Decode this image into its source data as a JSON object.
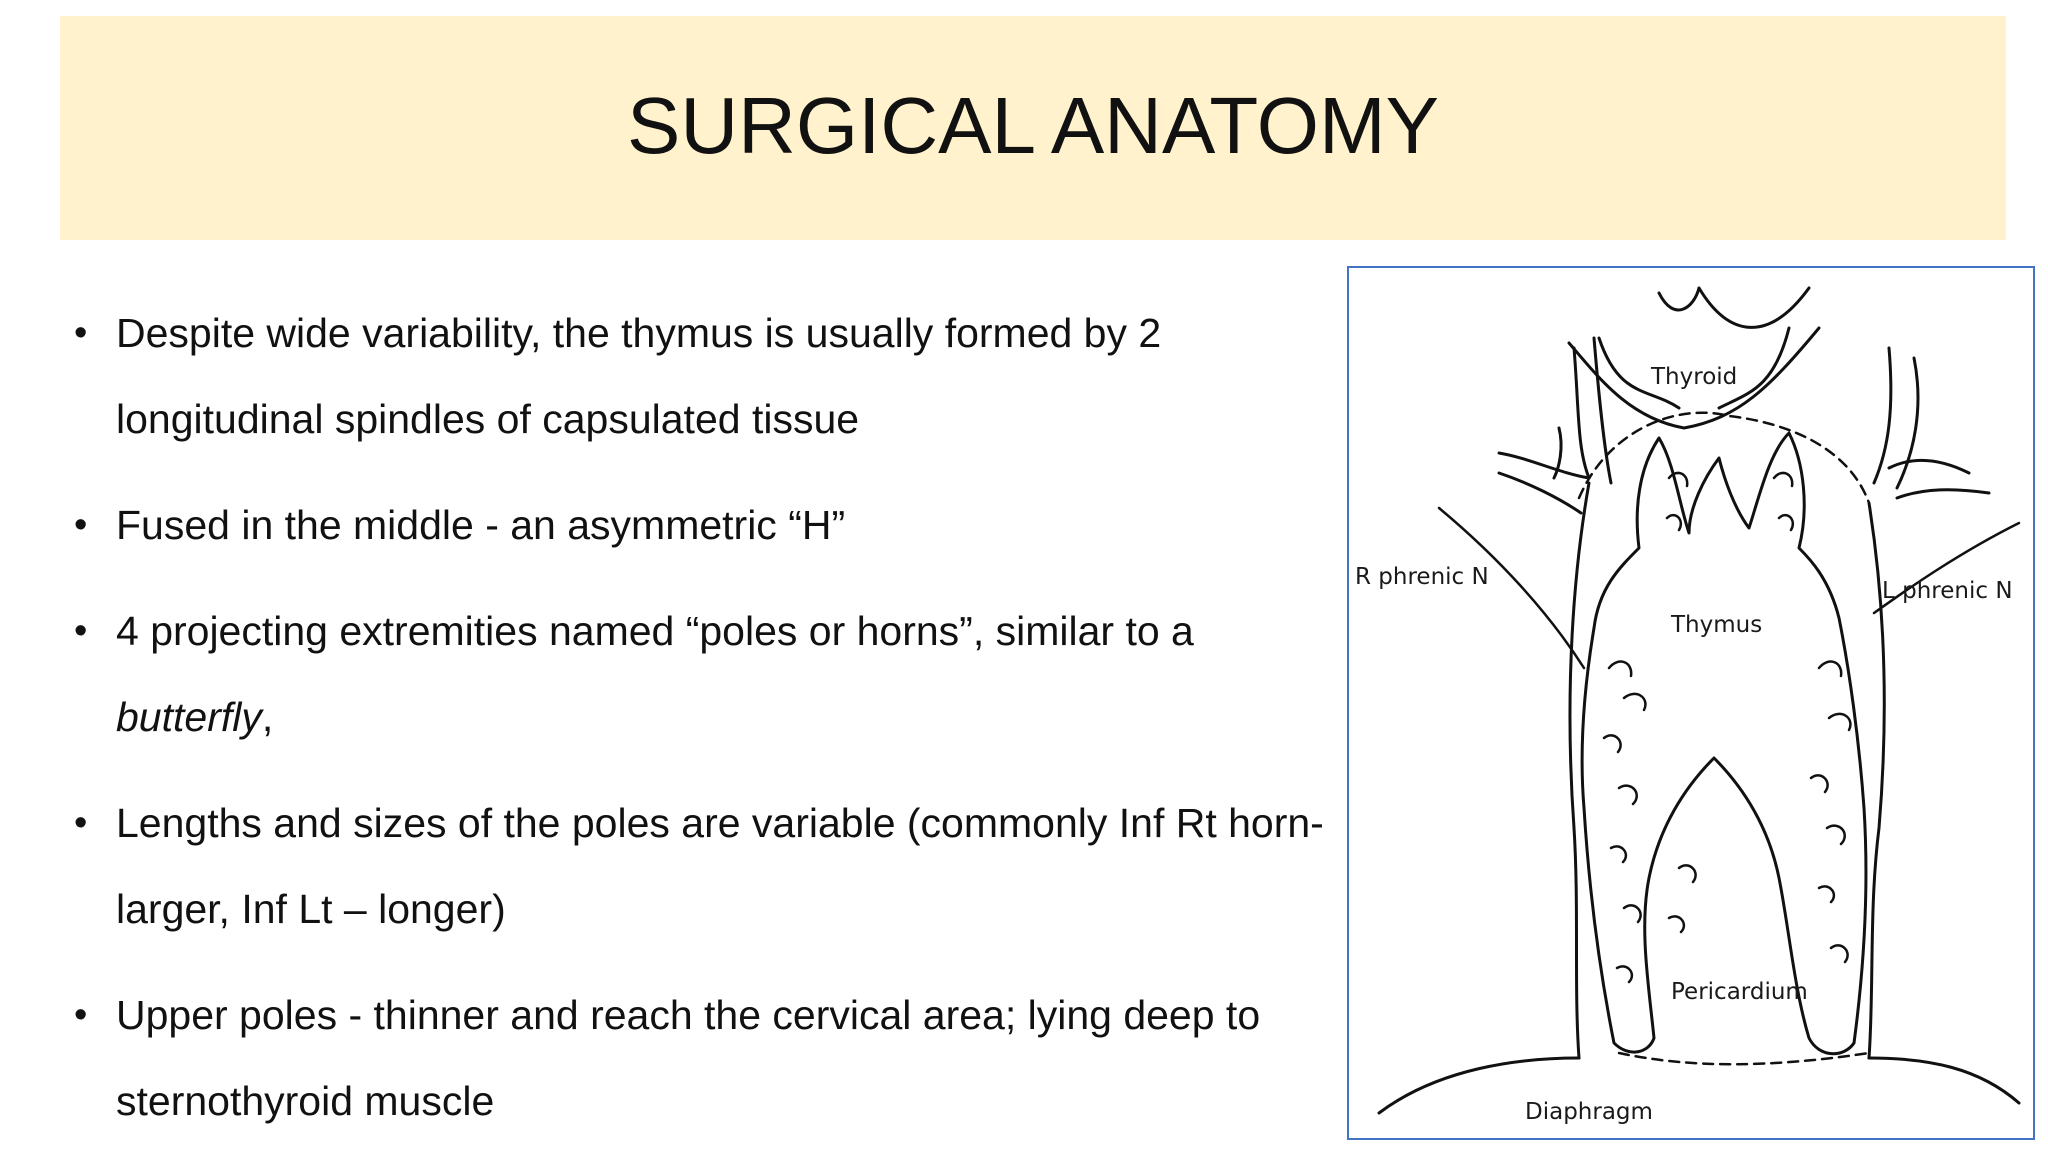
{
  "slide": {
    "title": "SURGICAL ANATOMY",
    "bullets": [
      {
        "text": "Despite wide variability, the thymus is usually formed by 2 longitudinal spindles of capsulated tissue"
      },
      {
        "text": "Fused in the middle - an asymmetric “H”"
      },
      {
        "text_before": "4 projecting extremities named “poles or horns”, similar to a ",
        "emphasis": "butterfly",
        "text_after": ","
      },
      {
        "text": "Lengths and sizes of the poles are variable (commonly Inf Rt horn-larger, Inf Lt – longer)"
      },
      {
        "text": "Upper poles - thinner and reach the cervical area; lying deep to sternothyroid muscle"
      }
    ]
  },
  "figure": {
    "labels": {
      "thyroid": "Thyroid",
      "thymus": "Thymus",
      "r_phrenic": "R phrenic N",
      "l_phrenic": "L phrenic N",
      "pericardium": "Pericardium",
      "diaphragm": "Diaphragm"
    },
    "frame_color": "#4472c4"
  },
  "colors": {
    "title_band": "#fff2cc",
    "text": "#111111"
  }
}
